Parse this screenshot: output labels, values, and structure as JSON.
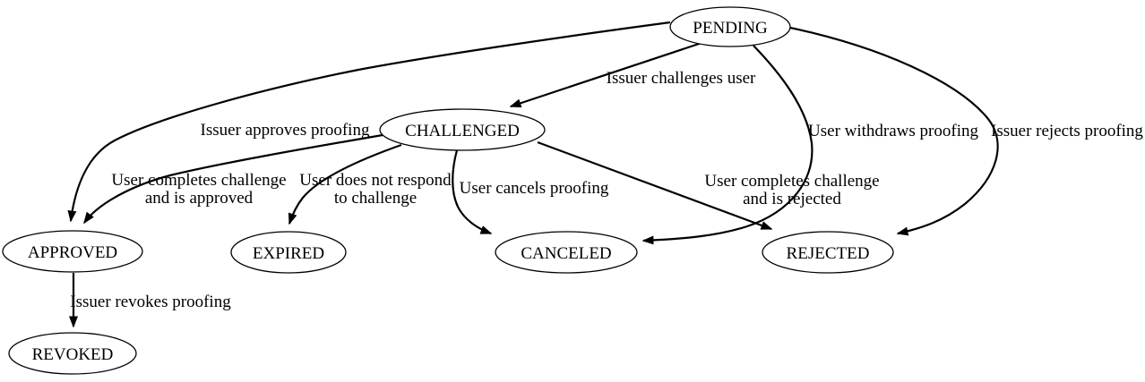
{
  "diagram": {
    "background_color": "#ffffff",
    "line_color": "#000000",
    "text_color": "#000000",
    "nodes": [
      {
        "id": "pending",
        "label": "PENDING"
      },
      {
        "id": "challenged",
        "label": "CHALLENGED"
      },
      {
        "id": "approved",
        "label": "APPROVED"
      },
      {
        "id": "expired",
        "label": "EXPIRED"
      },
      {
        "id": "canceled",
        "label": "CANCELED"
      },
      {
        "id": "rejected",
        "label": "REJECTED"
      },
      {
        "id": "revoked",
        "label": "REVOKED"
      }
    ],
    "edges": [
      {
        "from": "PENDING",
        "to": "CHALLENGED",
        "label_lines": [
          "Issuer challenges user"
        ]
      },
      {
        "from": "PENDING",
        "to": "APPROVED",
        "label_lines": [
          "Issuer approves proofing"
        ]
      },
      {
        "from": "PENDING",
        "to": "CANCELED",
        "label_lines": [
          "User withdraws proofing"
        ]
      },
      {
        "from": "PENDING",
        "to": "REJECTED",
        "label_lines": [
          "Issuer rejects proofing"
        ]
      },
      {
        "from": "CHALLENGED",
        "to": "APPROVED",
        "label_lines": [
          "User completes challenge",
          "and is approved"
        ]
      },
      {
        "from": "CHALLENGED",
        "to": "EXPIRED",
        "label_lines": [
          "User does not respond",
          "to challenge"
        ]
      },
      {
        "from": "CHALLENGED",
        "to": "CANCELED",
        "label_lines": [
          "User cancels proofing"
        ]
      },
      {
        "from": "CHALLENGED",
        "to": "REJECTED",
        "label_lines": [
          "User completes challenge",
          "and is rejected"
        ]
      },
      {
        "from": "APPROVED",
        "to": "REVOKED",
        "label_lines": [
          "Issuer revokes proofing"
        ]
      }
    ]
  }
}
